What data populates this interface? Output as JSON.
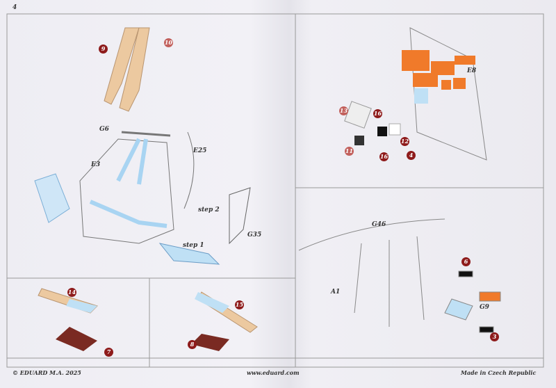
{
  "page_number": "4",
  "left_panel": {
    "parts": {
      "g6": "G6",
      "e25": "E25",
      "e3": "E3",
      "g35": "G35"
    },
    "steps": {
      "step2": "step 2",
      "step1": "step 1"
    },
    "callouts": {
      "c9": "9",
      "c10": "10",
      "c14": "14",
      "c7": "7",
      "c15": "15",
      "c8": "8"
    }
  },
  "right_top_panel": {
    "parts": {
      "e8": "E8"
    },
    "callouts": {
      "c13": "13",
      "c16a": "16",
      "c12": "12",
      "c4": "4",
      "c11": "11",
      "c16b": "16"
    }
  },
  "right_bottom_panel": {
    "parts": {
      "g46": "G46",
      "a1": "A1",
      "g9": "G9"
    },
    "callouts": {
      "c6": "6",
      "c3": "3"
    }
  },
  "footer": {
    "copyright": "© EDUARD  M.A. 2025",
    "website": "www.eduard.com",
    "origin": "Made in Czech Republic"
  },
  "colors": {
    "paint_orange": "#f07a2a",
    "photoetch_blue": "#bfe0f5",
    "callout_red": "#8e1b1b",
    "belt_tan": "#ecc9a0",
    "decal_brown": "#7a2a22"
  }
}
